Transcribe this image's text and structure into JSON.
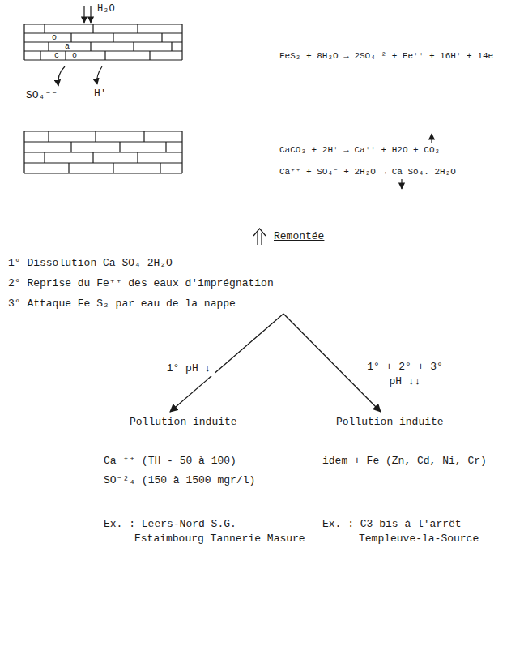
{
  "diagram": {
    "nodes": [
      {
        "text": [
          "1° Dissolution Ca SO₄ 2H₂O",
          "2° Reprise du Fe⁺⁺ des eaux d'imprégnation",
          "3° Attaque Fe S₂ par eau de la nappe"
        ]
      },
      {
        "text": [
          "Pollution induite",
          "Ca ⁺⁺ (TH - 50 à 100)",
          "SO⁻²₄ (150 à 1500 mgr/l)",
          "Ex. : Leers-Nord S.G. Estaimbourg Tannerie Masure"
        ]
      },
      {
        "text": [
          "Pollution induite",
          "idem + Fe (Zn, Cd, Ni, Cr)",
          "Ex. : C3 bis à l'arrêt Templeuve-la-Source"
        ]
      }
    ],
    "edges": [
      {
        "from": 0,
        "to": 1,
        "label": "1° pH ↓",
        "arrow": "to"
      },
      {
        "from": 0,
        "to": 2,
        "label": "1° + 2° + 3° pH ↓↓",
        "arrow": "to"
      }
    ],
    "labels": [
      "H₂O",
      "o",
      "a",
      "c",
      "o",
      "SO₄⁻⁻",
      "H'",
      "FeS₂ + 8H₂O → 2SO₄⁻² + Fe⁺⁺ + 16H⁺ + 14e",
      "CaCO₃ + 2H⁺ → Ca⁺⁺ + H2O + CO₂",
      "Ca⁺⁺ + SO₄⁻ + 2H₂O → Ca So₄. 2H₂O",
      "Remontée"
    ]
  }
}
